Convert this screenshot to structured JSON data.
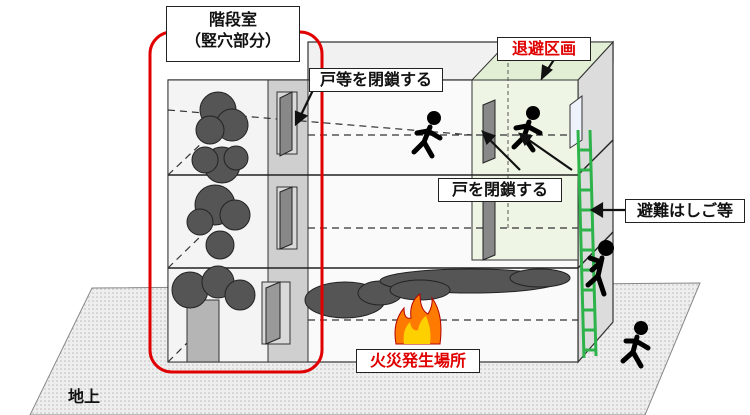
{
  "labels": {
    "stair_title_line1": "階段室",
    "stair_title_line2": "（竪穴部分）",
    "close_door_etc": "戸等を閉鎖する",
    "refuge_zone": "退避区画",
    "close_door": "戸を閉鎖する",
    "escape_ladder": "避難はしご等",
    "fire_location": "火災発生場所",
    "ground": "地上"
  },
  "colors": {
    "highlight_red": "#e00000",
    "ladder_green": "#2db34a",
    "smoke": "#555555",
    "fire_orange": "#ff7a00",
    "refuge_tint": "#eef5e4"
  },
  "icons": [
    "running-person-icon",
    "climbing-person-icon",
    "fire-icon",
    "smoke-cloud-icon",
    "door-icon",
    "ladder-icon"
  ]
}
